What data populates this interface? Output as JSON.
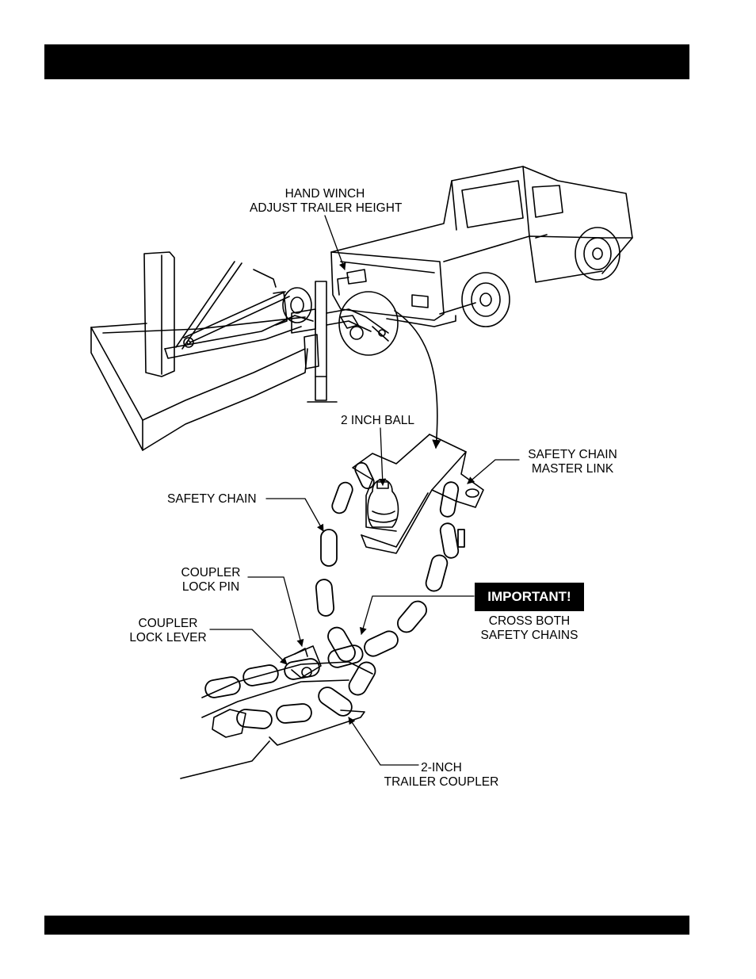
{
  "labels": {
    "hand_winch_1": "HAND WINCH",
    "hand_winch_2": "ADJUST TRAILER HEIGHT",
    "ball": "2 INCH BALL",
    "master_link_1": "SAFETY CHAIN",
    "master_link_2": "MASTER LINK",
    "safety_chain": "SAFETY CHAIN",
    "lock_pin_1": "COUPLER",
    "lock_pin_2": "LOCK PIN",
    "lock_lever_1": "COUPLER",
    "lock_lever_2": "LOCK LEVER",
    "important": "IMPORTANT!",
    "cross_1": "CROSS BOTH",
    "cross_2": "SAFETY CHAINS",
    "coupler_1": "2-INCH",
    "coupler_2": "TRAILER COUPLER"
  }
}
